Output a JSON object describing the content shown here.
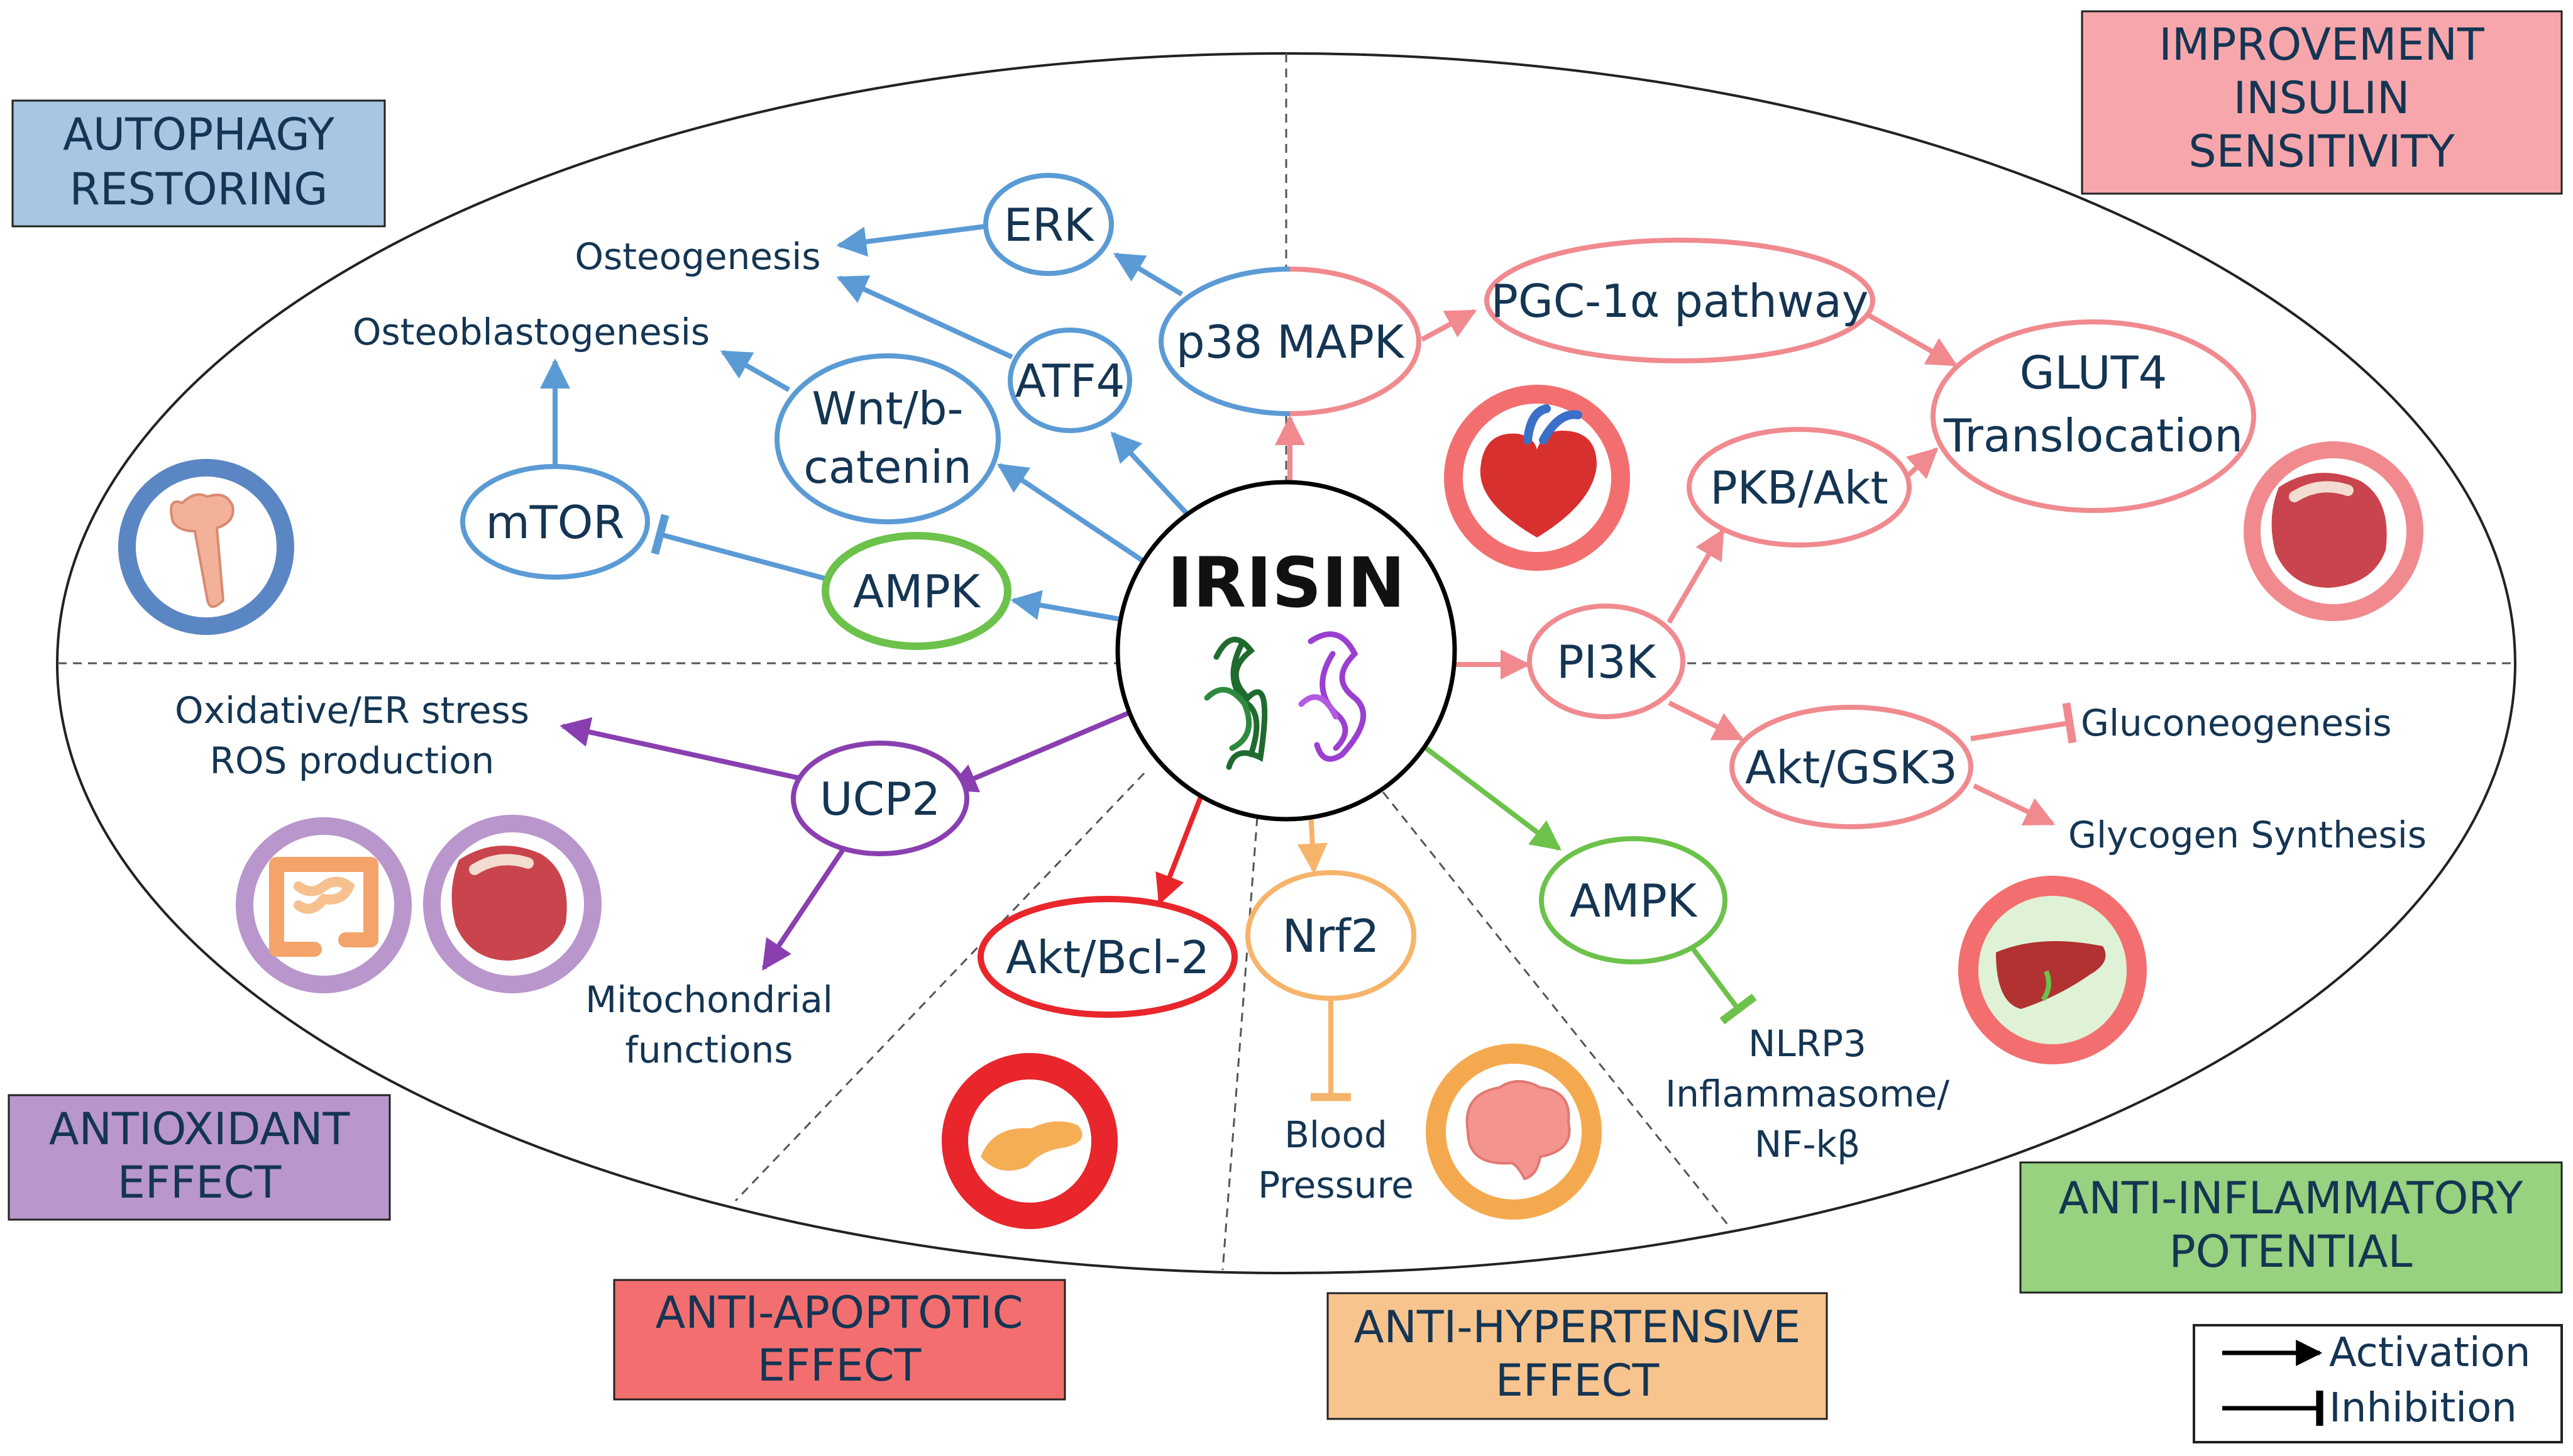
{
  "center": {
    "title": "IRISIN"
  },
  "categories": {
    "autophagy": {
      "lines": [
        "AUTOPHAGY",
        "RESTORING"
      ],
      "color": "#a7c6e4"
    },
    "insulin": {
      "lines": [
        "IMPROVEMENT",
        "INSULIN",
        "SENSITIVITY"
      ],
      "color": "#f7a7ab"
    },
    "antioxidant": {
      "lines": [
        "ANTIOXIDANT",
        "EFFECT"
      ],
      "color": "#b996cc"
    },
    "antiapoptotic": {
      "lines": [
        "ANTI-APOPTOTIC",
        "EFFECT"
      ],
      "color": "#f36f6f"
    },
    "antihypertensive": {
      "lines": [
        "ANTI-HYPERTENSIVE",
        "EFFECT"
      ],
      "color": "#f8c48e"
    },
    "antiinflammatory": {
      "lines": [
        "ANTI-INFLAMMATORY",
        "POTENTIAL"
      ],
      "color": "#96d27f"
    }
  },
  "nodes": {
    "erk": "ERK",
    "atf4": "ATF4",
    "wnt": [
      "Wnt/b-",
      "catenin"
    ],
    "mtor": "mTOR",
    "ampk_autophagy": "AMPK",
    "p38": "p38 MAPK",
    "pgc1a": "PGC-1α pathway",
    "glut4": [
      "GLUT4",
      "Translocation"
    ],
    "pkb": "PKB/Akt",
    "pi3k": "PI3K",
    "aktgsk3": "Akt/GSK3",
    "ucp2": "UCP2",
    "aktbcl2": "Akt/Bcl-2",
    "nrf2": "Nrf2",
    "ampk_inflam": "AMPK"
  },
  "labels": {
    "osteogenesis": "Osteogenesis",
    "osteoblastogenesis": "Osteoblastogenesis",
    "oxidative": [
      "Oxidative/ER stress",
      "ROS production"
    ],
    "mito": [
      "Mitochondrial",
      "functions"
    ],
    "blood": [
      "Blood",
      "Pressure"
    ],
    "nlrp3": [
      "NLRP3",
      "Inflammasome/",
      "NF-kβ"
    ],
    "gluconeo": "Gluconeogenesis",
    "glycogen": "Glycogen Synthesis"
  },
  "legend": {
    "activation": "Activation",
    "inhibition": "Inhibition"
  },
  "icons": {
    "bone": "bone-icon",
    "heart": "heart-icon",
    "muscle": "muscle-icon",
    "intestine": "intestine-icon",
    "pancreas": "pancreas-icon",
    "brain": "brain-icon",
    "liver": "liver-icon"
  },
  "colors": {
    "blue": "#5b9bd5",
    "pink": "#f08a8f",
    "purple": "#8a3fb0",
    "red": "#e8262b",
    "orange": "#f5b46a",
    "green": "#6cc24a",
    "navy": "#143553"
  }
}
